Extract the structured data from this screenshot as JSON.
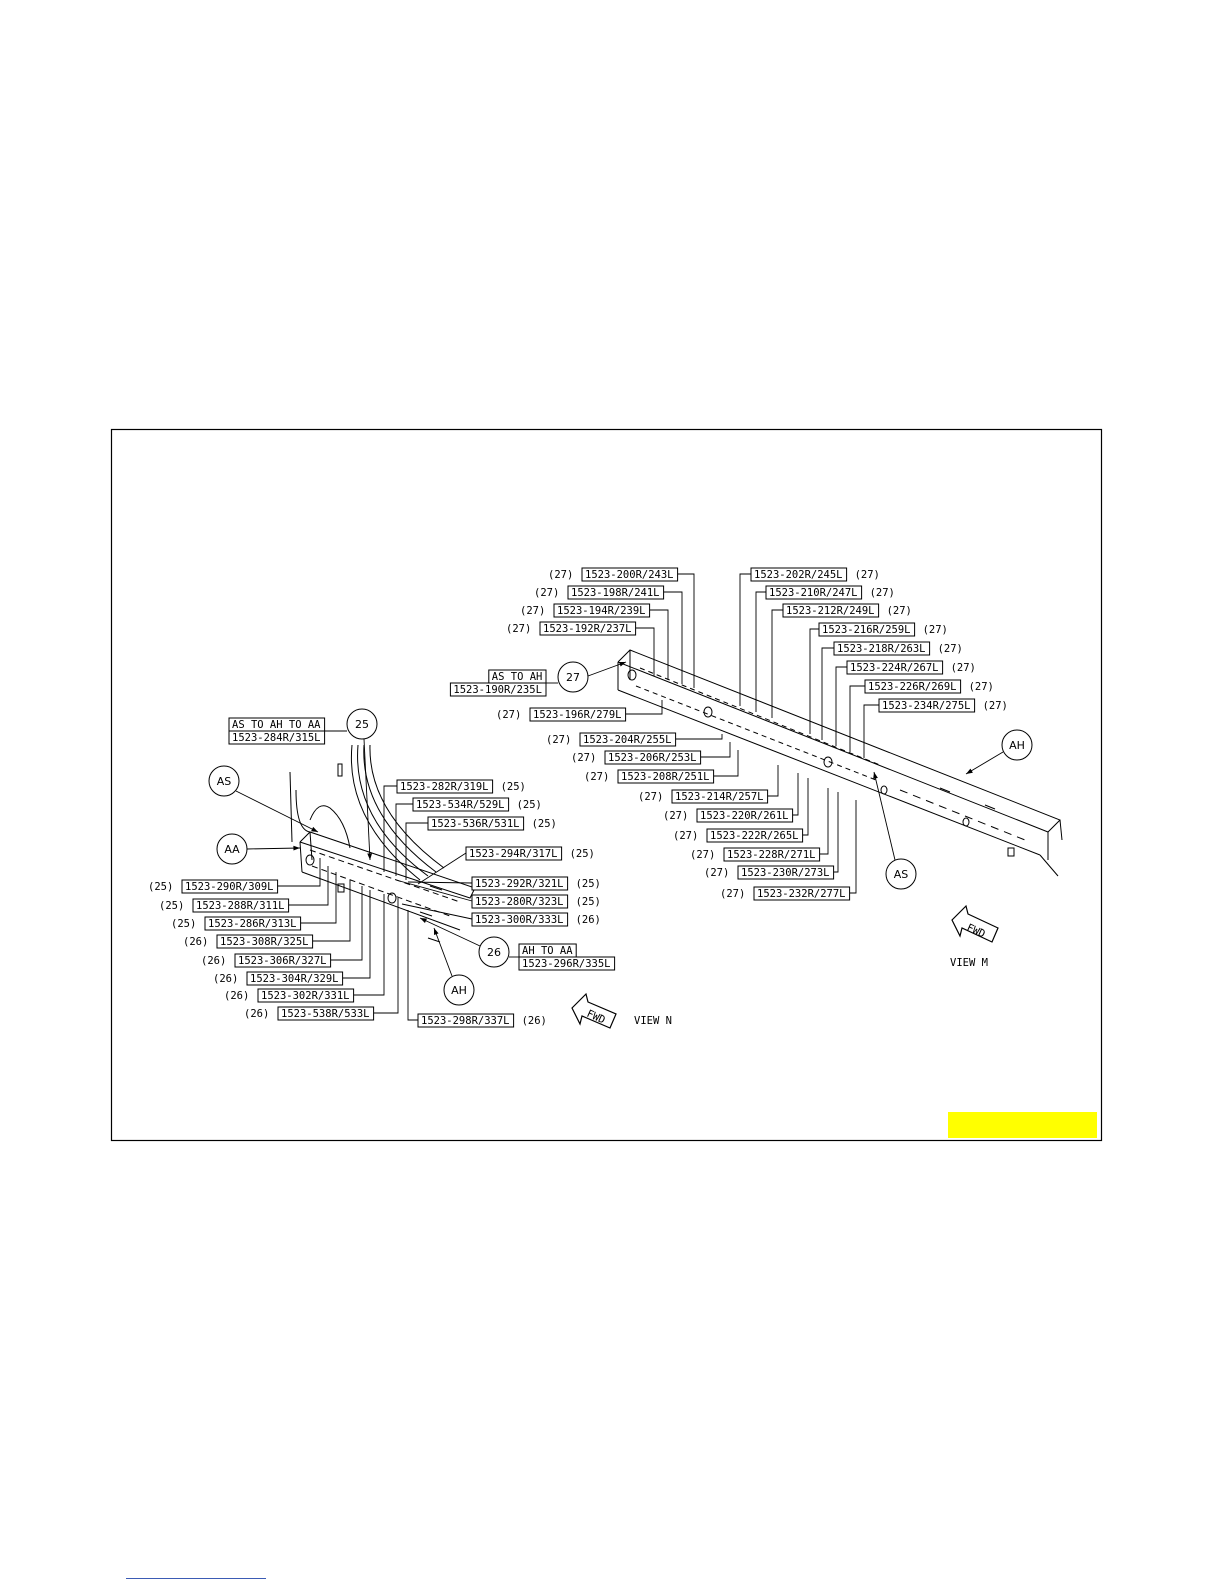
{
  "marker_color": "#ffff00",
  "view_m": {
    "label": "VIEW M",
    "fwd": "FWD",
    "assembly": [
      "AS TO AH",
      "1523-190R/235L"
    ],
    "assembly_circle": "27",
    "circles": [
      "AH",
      "AS"
    ],
    "callouts": [
      {
        "part": "1523-200R/243L",
        "note": "(27)"
      },
      {
        "part": "1523-198R/241L",
        "note": "(27)"
      },
      {
        "part": "1523-194R/239L",
        "note": "(27)"
      },
      {
        "part": "1523-192R/237L",
        "note": "(27)"
      },
      {
        "part": "1523-196R/279L",
        "note": "(27)"
      },
      {
        "part": "1523-204R/255L",
        "note": "(27)"
      },
      {
        "part": "1523-206R/253L",
        "note": "(27)"
      },
      {
        "part": "1523-208R/251L",
        "note": "(27)"
      },
      {
        "part": "1523-214R/257L",
        "note": "(27)"
      },
      {
        "part": "1523-220R/261L",
        "note": "(27)"
      },
      {
        "part": "1523-222R/265L",
        "note": "(27)"
      },
      {
        "part": "1523-228R/271L",
        "note": "(27)"
      },
      {
        "part": "1523-230R/273L",
        "note": "(27)"
      },
      {
        "part": "1523-232R/277L",
        "note": "(27)"
      },
      {
        "part": "1523-202R/245L",
        "note": "(27)"
      },
      {
        "part": "1523-210R/247L",
        "note": "(27)"
      },
      {
        "part": "1523-212R/249L",
        "note": "(27)"
      },
      {
        "part": "1523-216R/259L",
        "note": "(27)"
      },
      {
        "part": "1523-218R/263L",
        "note": "(27)"
      },
      {
        "part": "1523-224R/267L",
        "note": "(27)"
      },
      {
        "part": "1523-226R/269L",
        "note": "(27)"
      },
      {
        "part": "1523-234R/275L",
        "note": "(27)"
      }
    ]
  },
  "view_n": {
    "label": "VIEW N",
    "fwd": "FWD",
    "assembly_top": [
      "AS TO AH TO AA",
      "1523-284R/315L"
    ],
    "assembly_top_circle": "25",
    "assembly_bottom": [
      "AH TO AA",
      "1523-296R/335L"
    ],
    "assembly_bottom_circle": "26",
    "circles": [
      "AS",
      "AA",
      "AH"
    ],
    "callouts": [
      {
        "part": "1523-290R/309L",
        "note": "(25)"
      },
      {
        "part": "1523-288R/311L",
        "note": "(25)"
      },
      {
        "part": "1523-286R/313L",
        "note": "(25)"
      },
      {
        "part": "1523-308R/325L",
        "note": "(26)"
      },
      {
        "part": "1523-306R/327L",
        "note": "(26)"
      },
      {
        "part": "1523-304R/329L",
        "note": "(26)"
      },
      {
        "part": "1523-302R/331L",
        "note": "(26)"
      },
      {
        "part": "1523-538R/533L",
        "note": "(26)"
      },
      {
        "part": "1523-282R/319L",
        "note": "(25)"
      },
      {
        "part": "1523-534R/529L",
        "note": "(25)"
      },
      {
        "part": "1523-536R/531L",
        "note": "(25)"
      },
      {
        "part": "1523-294R/317L",
        "note": "(25)"
      },
      {
        "part": "1523-292R/321L",
        "note": "(25)"
      },
      {
        "part": "1523-280R/323L",
        "note": "(25)"
      },
      {
        "part": "1523-300R/333L",
        "note": "(26)"
      },
      {
        "part": "1523-298R/337L",
        "note": "(26)"
      }
    ]
  }
}
